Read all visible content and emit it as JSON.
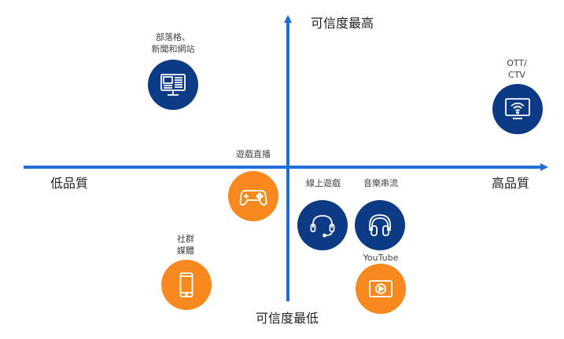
{
  "axes": {
    "top": "可信度最高",
    "bottom": "可信度最低",
    "left": "低品質",
    "right": "高品質"
  },
  "items": {
    "blogs": {
      "line1": "部落格、",
      "line2": "新聞和網站",
      "icon": "monitor-webpage-icon",
      "color": "#0d3a85"
    },
    "ott": {
      "line1": "OTT/",
      "line2": "CTV",
      "icon": "smart-tv-icon",
      "color": "#0d3a85"
    },
    "game_streaming": {
      "label": "遊戲直播",
      "icon": "gamepad-icon",
      "color": "#f7891e"
    },
    "online_games": {
      "label": "線上遊戲",
      "icon": "headset-icon",
      "color": "#0d3a85"
    },
    "music_streaming": {
      "label": "音樂串流",
      "icon": "headphones-icon",
      "color": "#0d3a85"
    },
    "social": {
      "line1": "社群",
      "line2": "媒體",
      "icon": "smartphone-icon",
      "color": "#f7891e"
    },
    "youtube": {
      "label": "YouTube",
      "icon": "video-play-icon",
      "color": "#f7891e"
    }
  },
  "colors": {
    "axis": "#1f6fd6",
    "navy": "#0d3a85",
    "orange": "#f7891e"
  }
}
